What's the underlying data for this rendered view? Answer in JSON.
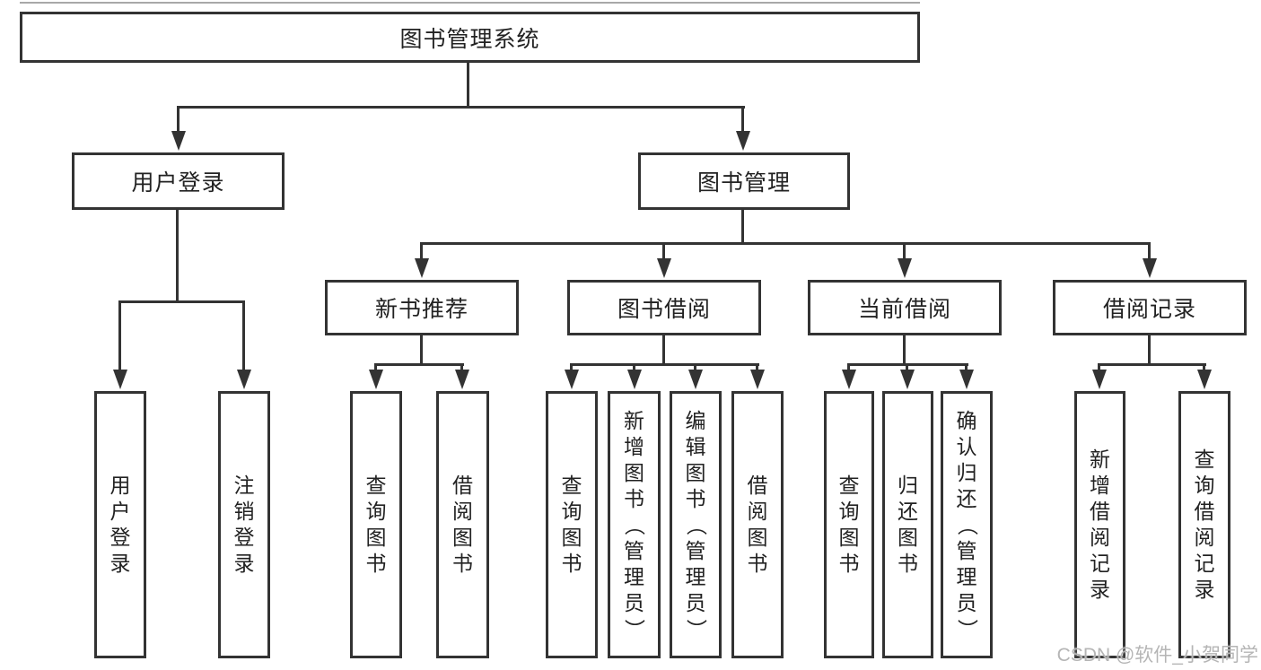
{
  "tree": {
    "root": {
      "label": "图书管理系统"
    },
    "level1": [
      {
        "label": "用户登录",
        "children": [
          {
            "label": "用户登录"
          },
          {
            "label": "注销登录"
          }
        ]
      },
      {
        "label": "图书管理",
        "children": [
          {
            "label": "新书推荐",
            "children": [
              {
                "label": "查询图书"
              },
              {
                "label": "借阅图书"
              }
            ]
          },
          {
            "label": "图书借阅",
            "children": [
              {
                "label": "查询图书"
              },
              {
                "label": "新增图书（管理员）"
              },
              {
                "label": "编辑图书（管理员）"
              },
              {
                "label": "借阅图书"
              }
            ]
          },
          {
            "label": "当前借阅",
            "children": [
              {
                "label": "查询图书"
              },
              {
                "label": "归还图书"
              },
              {
                "label": "确认归还（管理员）"
              }
            ]
          },
          {
            "label": "借阅记录",
            "children": [
              {
                "label": "新增借阅记录"
              },
              {
                "label": "查询借阅记录"
              }
            ]
          }
        ]
      }
    ]
  },
  "watermark": {
    "text": "CSDN @软件_小贺同学"
  },
  "colors": {
    "line": "#333333",
    "text": "#222222",
    "background": "#ffffff",
    "watermark": "#b5b5b5"
  }
}
